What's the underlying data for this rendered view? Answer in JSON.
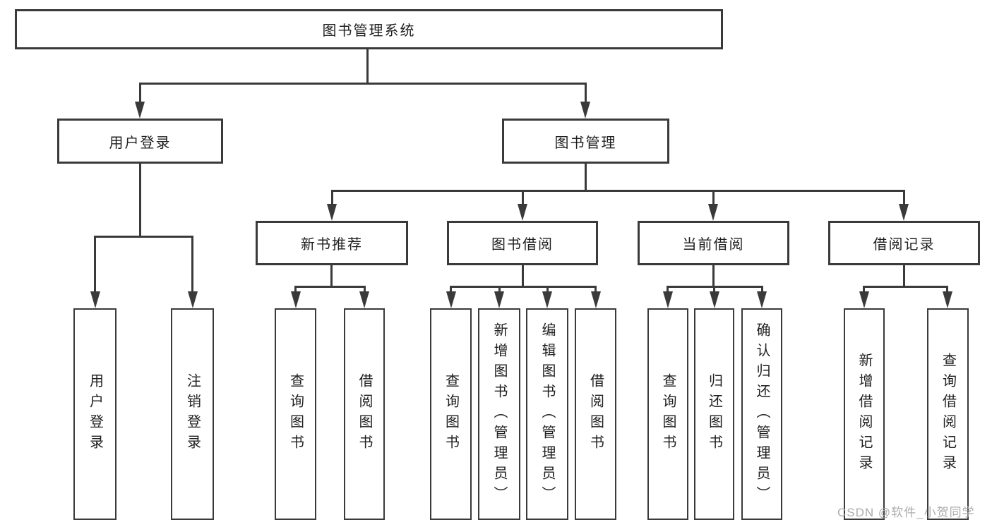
{
  "tree": {
    "label": "图书管理系统",
    "children": [
      {
        "label": "用户登录",
        "children": [
          {
            "label": "用户登录"
          },
          {
            "label": "注销登录"
          }
        ]
      },
      {
        "label": "图书管理",
        "children": [
          {
            "label": "新书推荐",
            "children": [
              {
                "label": "查询图书"
              },
              {
                "label": "借阅图书"
              }
            ]
          },
          {
            "label": "图书借阅",
            "children": [
              {
                "label": "查询图书"
              },
              {
                "label": "新增图书（管理员）"
              },
              {
                "label": "编辑图书（管理员）"
              },
              {
                "label": "借阅图书"
              }
            ]
          },
          {
            "label": "当前借阅",
            "children": [
              {
                "label": "查询图书"
              },
              {
                "label": "归还图书"
              },
              {
                "label": "确认归还（管理员）"
              }
            ]
          },
          {
            "label": "借阅记录",
            "children": [
              {
                "label": "新增借阅记录"
              },
              {
                "label": "查询借阅记录"
              }
            ]
          }
        ]
      }
    ]
  },
  "watermark": {
    "text": "CSDN @软件_小贺同学"
  },
  "colors": {
    "line": "#3a3a3a",
    "text": "#1f1f1f",
    "background": "#ffffff",
    "watermark": "#a8a8a8"
  }
}
